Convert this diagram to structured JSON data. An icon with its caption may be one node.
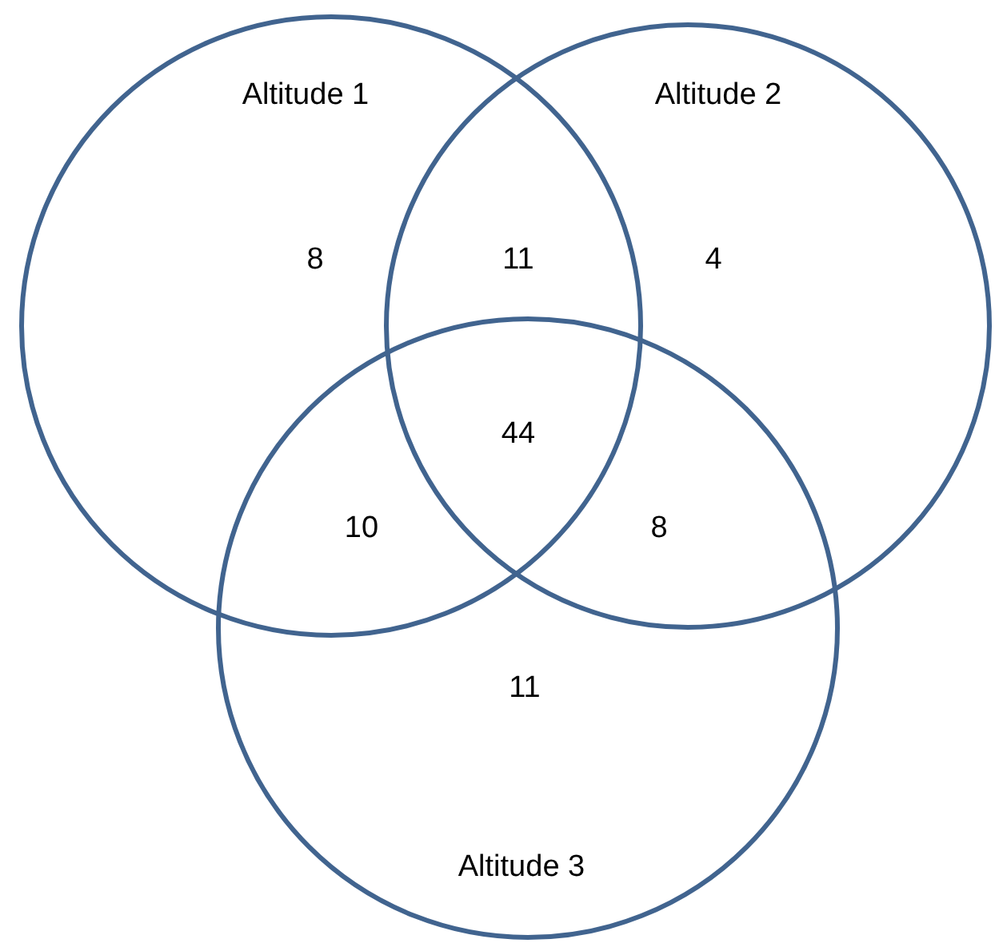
{
  "diagram": {
    "nodes": [
      {
        "text": [
          "Altitude 1"
        ]
      },
      {
        "text": [
          "Altitude 2"
        ]
      },
      {
        "text": [
          "Altitude 3"
        ]
      }
    ],
    "labels": [
      "8",
      "11",
      "4",
      "44",
      "10",
      "8",
      "11"
    ]
  }
}
